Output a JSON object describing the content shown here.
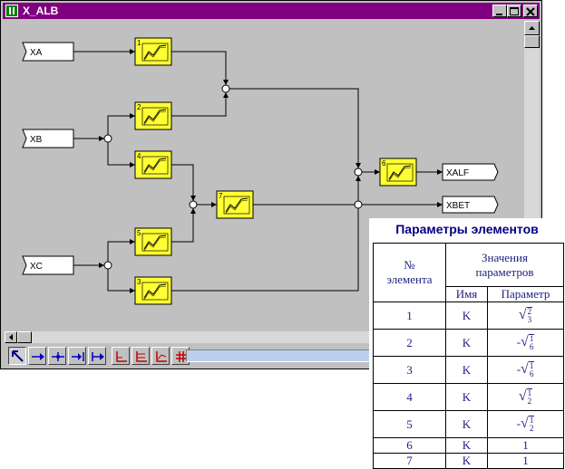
{
  "window": {
    "title": "X_ALB",
    "colors": {
      "titlebar": "#800080",
      "block_fill": "#ffff33",
      "canvas": "#c0c0c0"
    }
  },
  "diagram": {
    "inputs": [
      {
        "label": "XA"
      },
      {
        "label": "XB"
      },
      {
        "label": "XC"
      }
    ],
    "outputs": [
      {
        "label": "XALF"
      },
      {
        "label": "XBET"
      }
    ],
    "blocks": [
      {
        "num": "1",
        "icon": "transfer-function-icon"
      },
      {
        "num": "2",
        "icon": "transfer-function-icon"
      },
      {
        "num": "4",
        "icon": "transfer-function-icon"
      },
      {
        "num": "5",
        "icon": "transfer-function-icon"
      },
      {
        "num": "3",
        "icon": "transfer-function-icon"
      },
      {
        "num": "7",
        "icon": "transfer-function-icon"
      },
      {
        "num": "6",
        "icon": "transfer-function-icon"
      }
    ]
  },
  "toolbar": {
    "tools": [
      {
        "icon": "select-arrow-icon",
        "pressed": true
      },
      {
        "icon": "connect-right-icon"
      },
      {
        "icon": "branch-point-icon"
      },
      {
        "icon": "input-port-icon"
      },
      {
        "icon": "output-port-icon"
      },
      {
        "icon": "plot-axes-icon"
      },
      {
        "icon": "plot-multi-icon"
      },
      {
        "icon": "plot-curve-icon"
      },
      {
        "icon": "grid-icon"
      }
    ]
  },
  "params": {
    "title": "Параметры элементов",
    "header": {
      "num_line1": "№",
      "num_line2": "элемента",
      "values_line1": "Значения",
      "values_line2": "параметров",
      "name": "Имя",
      "param": "Параметр"
    },
    "rows": [
      {
        "num": "1",
        "name": "K",
        "sign": "",
        "numer": "2",
        "denom": "3",
        "plain": ""
      },
      {
        "num": "2",
        "name": "K",
        "sign": "-",
        "numer": "1",
        "denom": "6",
        "plain": ""
      },
      {
        "num": "3",
        "name": "K",
        "sign": "-",
        "numer": "1",
        "denom": "6",
        "plain": ""
      },
      {
        "num": "4",
        "name": "K",
        "sign": "",
        "numer": "1",
        "denom": "2",
        "plain": ""
      },
      {
        "num": "5",
        "name": "K",
        "sign": "-",
        "numer": "1",
        "denom": "2",
        "plain": ""
      },
      {
        "num": "6",
        "name": "K",
        "sign": "",
        "numer": "",
        "denom": "",
        "plain": "1"
      },
      {
        "num": "7",
        "name": "K",
        "sign": "",
        "numer": "",
        "denom": "",
        "plain": "1"
      }
    ]
  }
}
